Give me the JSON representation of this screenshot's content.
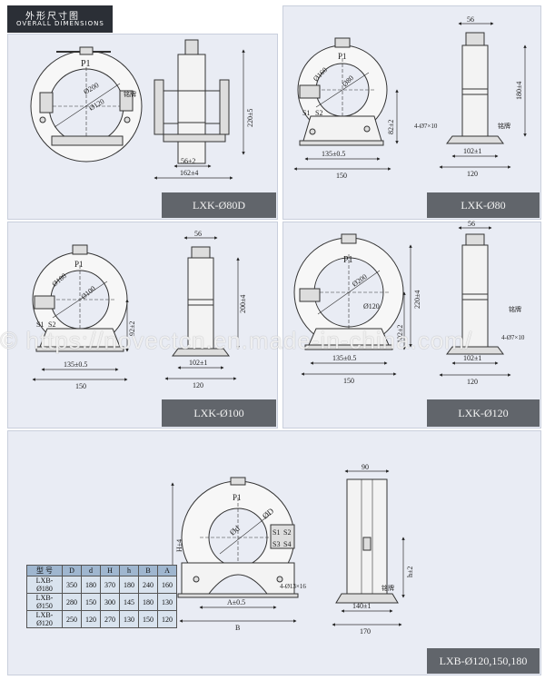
{
  "header": {
    "title_cn": "外形尺寸图",
    "title_en": "OVERALL DIMENSIONS"
  },
  "watermark": "© https://novectcn.en.made-in-china.com/",
  "panels": {
    "p1": {
      "label": "LXK-Ø80D",
      "ring_label": "P1",
      "outer_d": "Ø200",
      "inner_d": "Ø120",
      "plate_label": "铭牌",
      "dim_w": "56±2",
      "dim_base": "162±4",
      "dim_h": "220±5"
    },
    "p2": {
      "label": "LXK-Ø80",
      "ring_label": "P1",
      "outer_d": "Ø160",
      "inner_d": "Ø80",
      "s1": "S1",
      "s2": "S2",
      "dim_w": "56",
      "dim_h": "180±4",
      "dim_side": "82±2",
      "dim_a": "135±0.5",
      "dim_b": "150",
      "dim_c": "102±1",
      "dim_d": "120",
      "hole": "4-Ø7×10",
      "plate_label": "铭牌"
    },
    "p3": {
      "label": "LXK-Ø100",
      "ring_label": "P1",
      "outer_d": "Ø180",
      "inner_d": "Ø100",
      "s1": "S1",
      "s2": "S2",
      "dim_w": "56",
      "dim_h": "200±4",
      "dim_side": "92±2",
      "dim_a": "135±0.5",
      "dim_b": "150",
      "dim_c": "102±1",
      "dim_d": "120"
    },
    "p4": {
      "label": "LXK-Ø120",
      "ring_label": "P1",
      "outer_d": "Ø200",
      "inner_d": "Ø120",
      "dim_w": "56",
      "dim_h": "220±4",
      "dim_side": "102±2",
      "dim_a": "135±0.5",
      "dim_b": "150",
      "dim_c": "102±1",
      "dim_d": "120",
      "hole": "4-Ø7×10",
      "plate_label": "铭牌"
    },
    "p5": {
      "label": "LXB-Ø120,150,180",
      "ring_label": "P1",
      "outer_d": "ØD",
      "inner_d": "Ød",
      "s1": "S1",
      "s2": "S2",
      "s3": "S3",
      "s4": "S4",
      "dim_w": "90",
      "dim_H": "H±4",
      "dim_h": "h±2",
      "dim_A": "A±0.5",
      "dim_B": "B",
      "dim_c": "140±1",
      "dim_d": "170",
      "hole": "4-Ø13×16",
      "plate_label": "铭牌"
    }
  },
  "spec_table": {
    "headers": [
      "型 号",
      "D",
      "d",
      "H",
      "h",
      "B",
      "A"
    ],
    "rows": [
      [
        "LXB-Ø180",
        "350",
        "180",
        "370",
        "180",
        "240",
        "160"
      ],
      [
        "LXB-Ø150",
        "280",
        "150",
        "300",
        "145",
        "180",
        "130"
      ],
      [
        "LXB-Ø120",
        "250",
        "120",
        "270",
        "130",
        "150",
        "120"
      ]
    ]
  }
}
